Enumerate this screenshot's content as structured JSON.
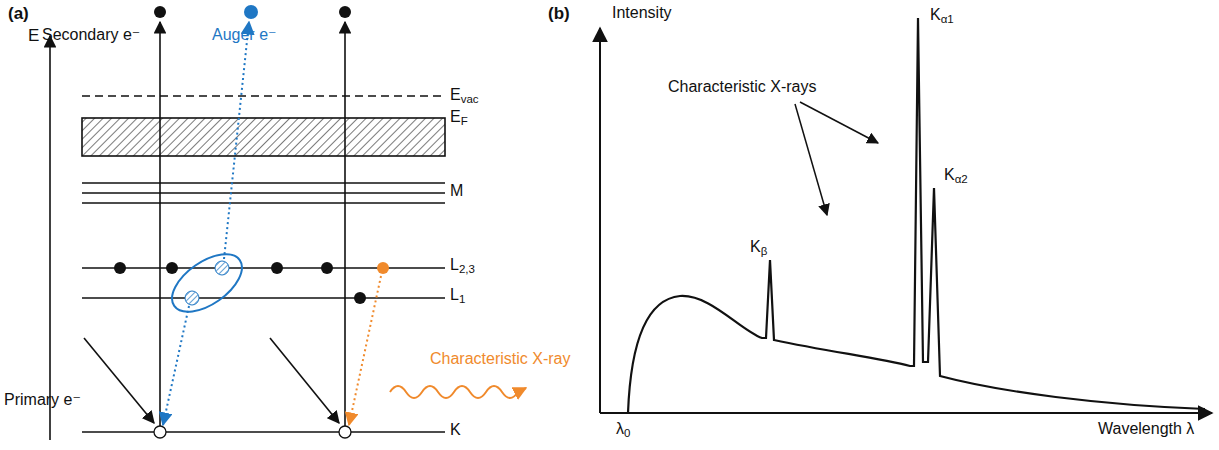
{
  "diagram": {
    "labels": [
      "(a)",
      "E",
      "Secondary e⁻",
      "Auger e⁻",
      "Evac",
      "EF",
      "M",
      "L2,3",
      "L1",
      "Characteristic X-ray",
      "Primary e⁻",
      "K",
      "(b)",
      "Intensity",
      "Characteristic X-rays",
      "Kα1",
      "Kα2",
      "Kβ",
      "λ0",
      "Wavelength λ"
    ]
  }
}
